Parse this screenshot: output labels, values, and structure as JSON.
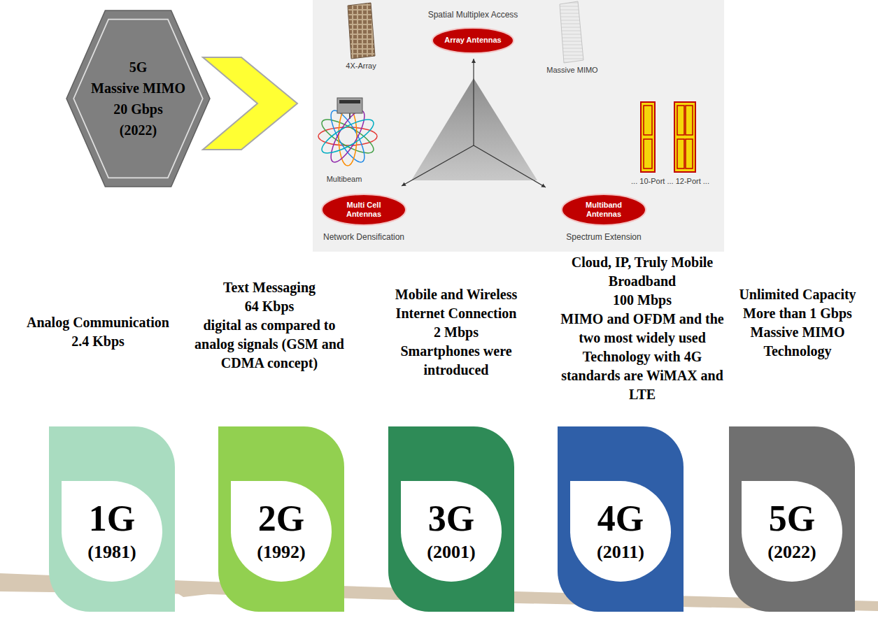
{
  "diagram": {
    "nodes": [
      {
        "text": [
          "5G",
          "Massive MIMO",
          "20 Gbps",
          "(2022)"
        ]
      },
      {
        "text": [
          "Array Antennas"
        ]
      },
      {
        "text": [
          "Multi Cell Antennas"
        ]
      },
      {
        "text": [
          "Multiband Antennas"
        ]
      },
      {
        "text": [
          "1G",
          "(1981)"
        ]
      },
      {
        "text": [
          "2G",
          "(1992)"
        ]
      },
      {
        "text": [
          "3G",
          "(2001)"
        ]
      },
      {
        "text": [
          "4G",
          "(2011)"
        ]
      },
      {
        "text": [
          "5G",
          "(2022)"
        ]
      }
    ],
    "labels": [
      "Spatial Multiplex Access",
      "4X-Array",
      "Massive MIMO",
      "Multibeam",
      "Network Densification",
      "Spectrum Extension",
      "... 10-Port ... 12-Port ...",
      "Analog Communication",
      "2.4 Kbps",
      "Text Messaging",
      "64 Kbps",
      "digital as compared to analog signals (GSM and CDMA concept)",
      "Mobile and Wireless Internet Connection",
      "2 Mbps",
      "Smartphones were introduced",
      "Cloud, IP, Truly Mobile Broadband",
      "100 Mbps",
      "MIMO and OFDM and the two most widely used Technology with 4G standards are WiMAX and LTE",
      "Unlimited Capacity",
      "More than 1 Gbps",
      "Massive MIMO Technology"
    ]
  }
}
